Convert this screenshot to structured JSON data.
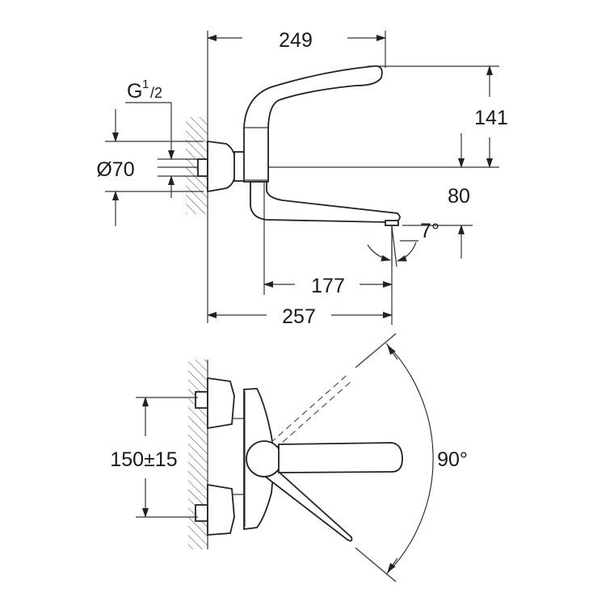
{
  "side_view": {
    "dim_width_handle": "249",
    "dim_height_handle": "141",
    "dim_thread_label": "G",
    "dim_thread_sup": "1",
    "dim_thread_sub": "/2",
    "dim_escutcheon_diameter": "Ø70",
    "dim_spout_height": "80",
    "dim_spout_angle": "7°",
    "dim_spout_reach": "177",
    "dim_total_depth": "257"
  },
  "top_view": {
    "dim_inlet_spacing": "150±15",
    "dim_lever_rotation": "90°"
  }
}
